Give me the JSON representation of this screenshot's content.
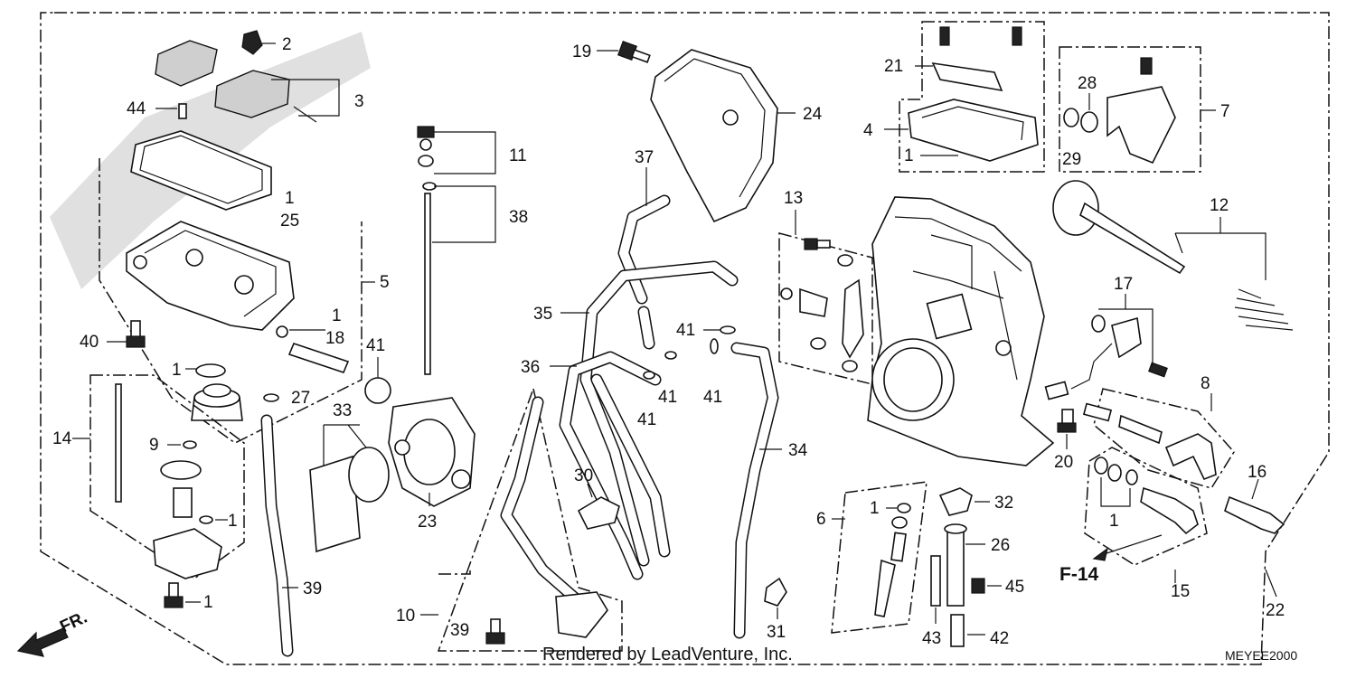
{
  "diagram": {
    "code": "MEYEE2000",
    "watermark": "Rendered by LeadVenture, Inc.",
    "direction_label": "FR.",
    "reference_label": "F-14"
  },
  "callouts": [
    {
      "id": "c2",
      "text": "2"
    },
    {
      "id": "c3",
      "text": "3"
    },
    {
      "id": "c44",
      "text": "44"
    },
    {
      "id": "c1a",
      "text": "1"
    },
    {
      "id": "c25",
      "text": "25"
    },
    {
      "id": "c5",
      "text": "5"
    },
    {
      "id": "c1b",
      "text": "1"
    },
    {
      "id": "c18",
      "text": "18"
    },
    {
      "id": "c40",
      "text": "40"
    },
    {
      "id": "c1c",
      "text": "1"
    },
    {
      "id": "c27",
      "text": "27"
    },
    {
      "id": "c41a",
      "text": "41"
    },
    {
      "id": "c14",
      "text": "14"
    },
    {
      "id": "c9",
      "text": "9"
    },
    {
      "id": "c1d",
      "text": "1"
    },
    {
      "id": "c1e",
      "text": "1"
    },
    {
      "id": "c39a",
      "text": "39"
    },
    {
      "id": "c33",
      "text": "33"
    },
    {
      "id": "c23",
      "text": "23"
    },
    {
      "id": "c19",
      "text": "19"
    },
    {
      "id": "c11",
      "text": "11"
    },
    {
      "id": "c38",
      "text": "38"
    },
    {
      "id": "c24",
      "text": "24"
    },
    {
      "id": "c37",
      "text": "37"
    },
    {
      "id": "c35",
      "text": "35"
    },
    {
      "id": "c36",
      "text": "36"
    },
    {
      "id": "c41b",
      "text": "41"
    },
    {
      "id": "c41c",
      "text": "41"
    },
    {
      "id": "c41d",
      "text": "41"
    },
    {
      "id": "c41e",
      "text": "41"
    },
    {
      "id": "c30",
      "text": "30"
    },
    {
      "id": "c34",
      "text": "34"
    },
    {
      "id": "c10",
      "text": "10"
    },
    {
      "id": "c39b",
      "text": "39"
    },
    {
      "id": "c31",
      "text": "31"
    },
    {
      "id": "c21",
      "text": "21"
    },
    {
      "id": "c4",
      "text": "4"
    },
    {
      "id": "c1f",
      "text": "1"
    },
    {
      "id": "c28",
      "text": "28"
    },
    {
      "id": "c7",
      "text": "7"
    },
    {
      "id": "c29",
      "text": "29"
    },
    {
      "id": "c13",
      "text": "13"
    },
    {
      "id": "c12",
      "text": "12"
    },
    {
      "id": "c17",
      "text": "17"
    },
    {
      "id": "c8",
      "text": "8"
    },
    {
      "id": "c20",
      "text": "20"
    },
    {
      "id": "c16",
      "text": "16"
    },
    {
      "id": "c1g",
      "text": "1"
    },
    {
      "id": "c15",
      "text": "15"
    },
    {
      "id": "c6",
      "text": "6"
    },
    {
      "id": "c1h",
      "text": "1"
    },
    {
      "id": "c32",
      "text": "32"
    },
    {
      "id": "c26",
      "text": "26"
    },
    {
      "id": "c45",
      "text": "45"
    },
    {
      "id": "c43",
      "text": "43"
    },
    {
      "id": "c42",
      "text": "42"
    },
    {
      "id": "c22",
      "text": "22"
    }
  ]
}
